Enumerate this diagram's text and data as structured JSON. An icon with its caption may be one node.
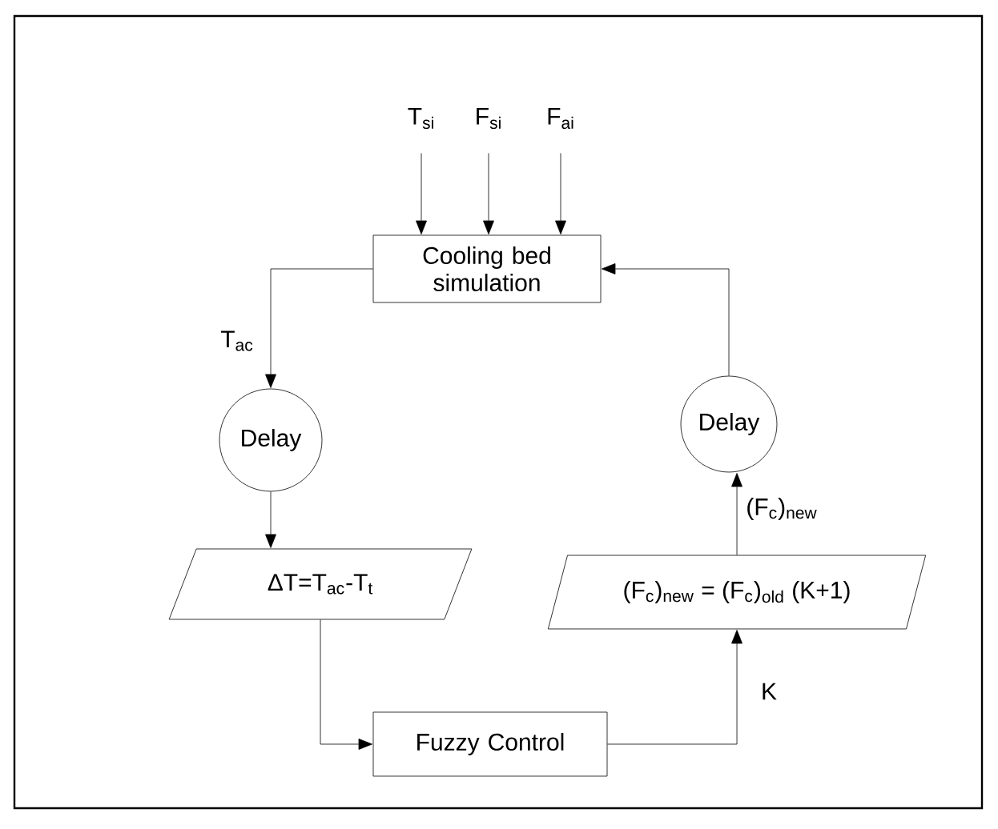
{
  "diagram": {
    "nodes": [
      {
        "text": [
          "T$_{si}$"
        ]
      },
      {
        "text": [
          "F$_{si}$"
        ]
      },
      {
        "text": [
          "F$_{ai}$"
        ]
      },
      {
        "text": [
          "Cooling bed simulation"
        ]
      },
      {
        "text": [
          "Delay"
        ]
      },
      {
        "text": [
          "ΔT=T$_{ac}$-T$_{t}$"
        ]
      },
      {
        "text": [
          "Fuzzy Control"
        ]
      },
      {
        "text": [
          "(F$_{c}$)$_{new}$ = (F$_{c}$)$_{old}$ (K+1)"
        ]
      },
      {
        "text": [
          "Delay"
        ]
      }
    ],
    "edges": [
      {
        "from": 0,
        "to": 3,
        "arrow": "to"
      },
      {
        "from": 1,
        "to": 3,
        "arrow": "to"
      },
      {
        "from": 2,
        "to": 3,
        "arrow": "to"
      },
      {
        "from": 3,
        "to": 4,
        "arrow": "to",
        "label": "T$_{ac}$"
      },
      {
        "from": 4,
        "to": 5,
        "arrow": "to"
      },
      {
        "from": 5,
        "to": 6,
        "arrow": "to"
      },
      {
        "from": 6,
        "to": 7,
        "arrow": "to",
        "label": "K"
      },
      {
        "from": 7,
        "to": 8,
        "arrow": "to",
        "label": "(F$_{c}$)$_{new}$"
      },
      {
        "from": 8,
        "to": 3,
        "arrow": "to"
      }
    ]
  }
}
